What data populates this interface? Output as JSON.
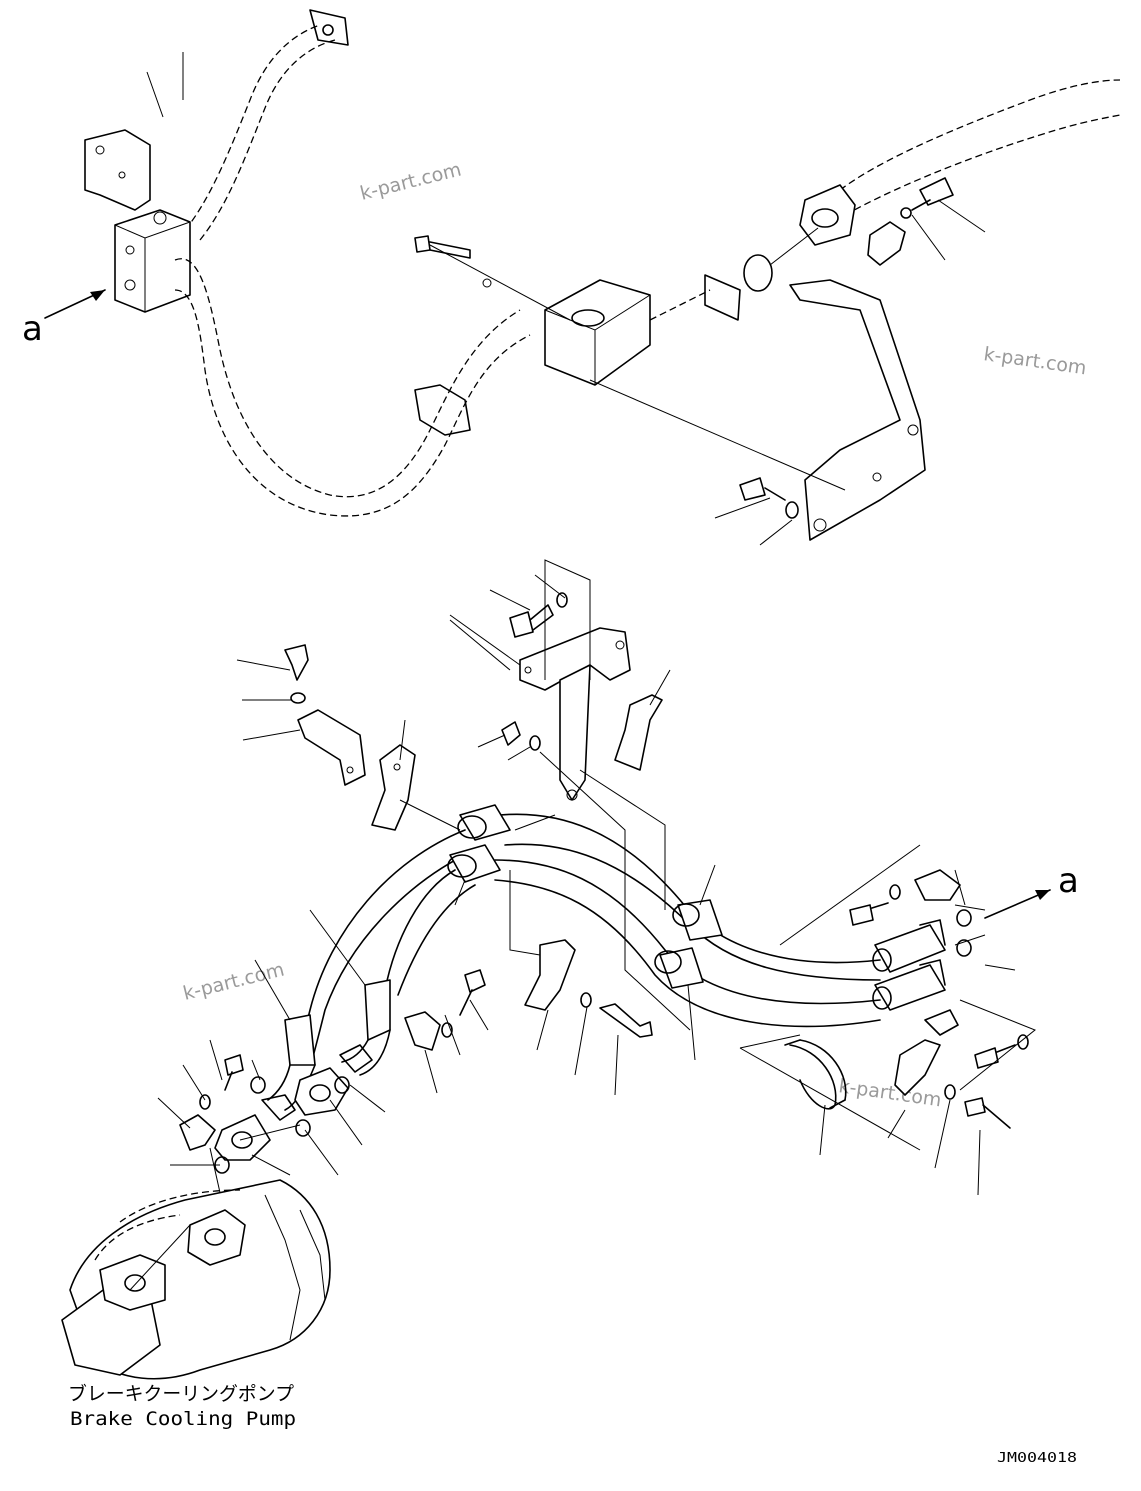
{
  "labels": {
    "view_ref_left": "a",
    "view_ref_right": "a",
    "pump_name_jp": "ブレーキクーリングポンプ",
    "pump_name_en": "Brake Cooling Pump",
    "drawing_no": "JM004018"
  },
  "watermarks": [
    "k-part.com",
    "k-part.com",
    "k-part.com",
    "k-part.com"
  ]
}
